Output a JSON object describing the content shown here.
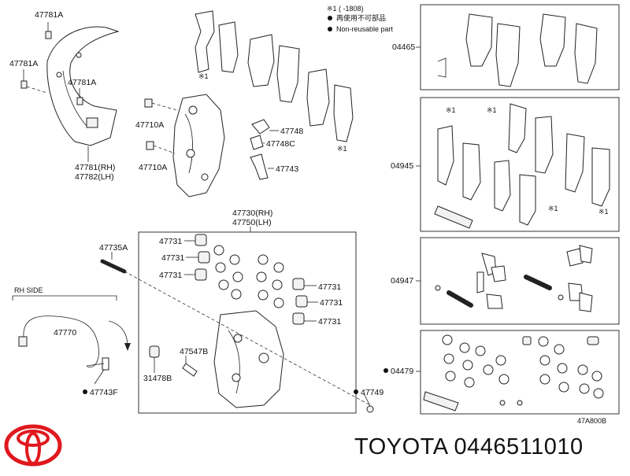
{
  "legend": {
    "note_line": "※1 (     -1808)",
    "reusable_label": "再使用不可部品",
    "nonreusable_label": "Non-reusable part"
  },
  "parts": {
    "p47781A_top": "47781A",
    "p47781A_left": "47781A",
    "p47781A_mid": "47781A",
    "p47781_rh": "47781(RH)",
    "p47782_lh": "47782(LH)",
    "p47710A_1": "47710A",
    "p47710A_2": "47710A",
    "p47748": "47748",
    "p47748C": "47748C",
    "p47743": "47743",
    "p47730_rh": "47730(RH)",
    "p47750_lh": "47750(LH)",
    "p47735A": "47735A",
    "p47731_a": "47731",
    "p47731_b": "47731",
    "p47731_c": "47731",
    "p47731_d": "47731",
    "p47731_e": "47731",
    "p47731_f": "47731",
    "p47770": "47770",
    "p47743F": "47743F",
    "p47547B": "47547B",
    "p31478B": "31478B",
    "p47749": "47749",
    "rh_side": "RH SIDE",
    "note_mark": "※1"
  },
  "kits": {
    "k04465": "04465",
    "k04945": "04945",
    "k04947": "04947",
    "k04479": "04479"
  },
  "figure_code": "47A800B",
  "brand_line": "TOYOTA 0446511010"
}
